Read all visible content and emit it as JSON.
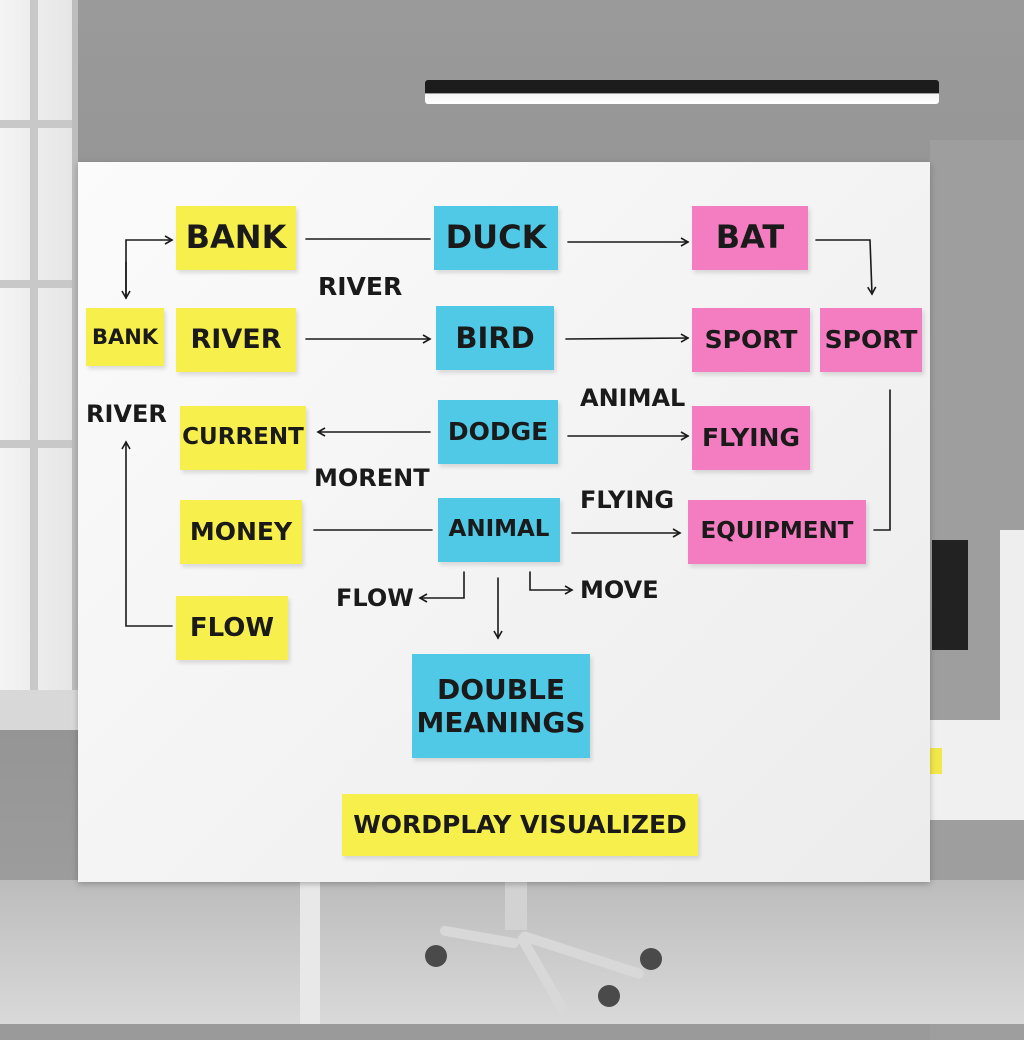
{
  "notes": {
    "bank_top": "BANK",
    "duck": "DUCK",
    "bat": "BAT",
    "bank_left": "BANK",
    "river": "RIVER",
    "bird": "BIRD",
    "sport_1": "SPORT",
    "sport_2": "SPORT",
    "current": "CURRENT",
    "dodge": "DODGE",
    "flying": "FLYING",
    "money": "MONEY",
    "animal": "ANIMAL",
    "equipment": "EQUIPMENT",
    "flow": "FLOW",
    "double_meanings_line1": "DOUBLE",
    "double_meanings_line2": "MEANINGS",
    "footer": "WORDPLAY VISUALIZED"
  },
  "labels": {
    "river_top": "RIVER",
    "river_left": "RIVER",
    "animal": "ANIMAL",
    "morent": "MORENT",
    "flying": "FLYING",
    "flow": "FLOW",
    "move": "MOVE"
  },
  "colors": {
    "yellow": "#f7f04c",
    "blue": "#4fc9e6",
    "pink": "#f47cc1",
    "ink": "#1a1a1a"
  }
}
